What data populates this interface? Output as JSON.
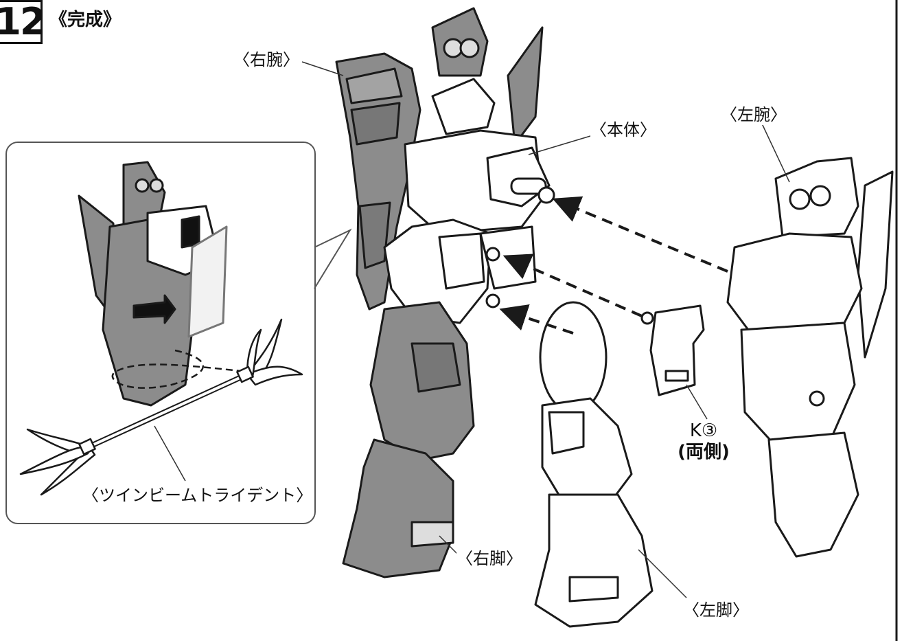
{
  "step": {
    "number": "12",
    "title": "《完成》"
  },
  "labels": {
    "right_arm": "〈右腕〉",
    "body": "〈本体〉",
    "left_arm": "〈左腕〉",
    "right_leg": "〈右脚〉",
    "left_leg": "〈左脚〉",
    "part_code": "K③",
    "both_sides": "(両側)",
    "weapon": "〈ツインビームトライデント〉"
  },
  "colors": {
    "line": "#1a1a1a",
    "shade": "#8c8c8c",
    "shade_dark": "#5e5e5e",
    "paper": "#ffffff"
  }
}
